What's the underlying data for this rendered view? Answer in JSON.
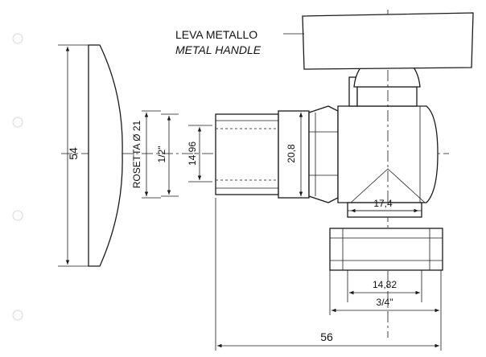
{
  "labels": {
    "handle_it": "LEVA METALLO",
    "handle_en": "METAL HANDLE",
    "rosette": "ROSETTA Ø 21"
  },
  "dimensions": {
    "rosette_height": "54",
    "thread_inlet": "1/2\"",
    "thread_inlet_diameter": "14,96",
    "body_hex": "20,8",
    "outlet_width": "17,4",
    "outlet_diameter": "14,82",
    "thread_outlet": "3/4\"",
    "overall_length": "56"
  }
}
